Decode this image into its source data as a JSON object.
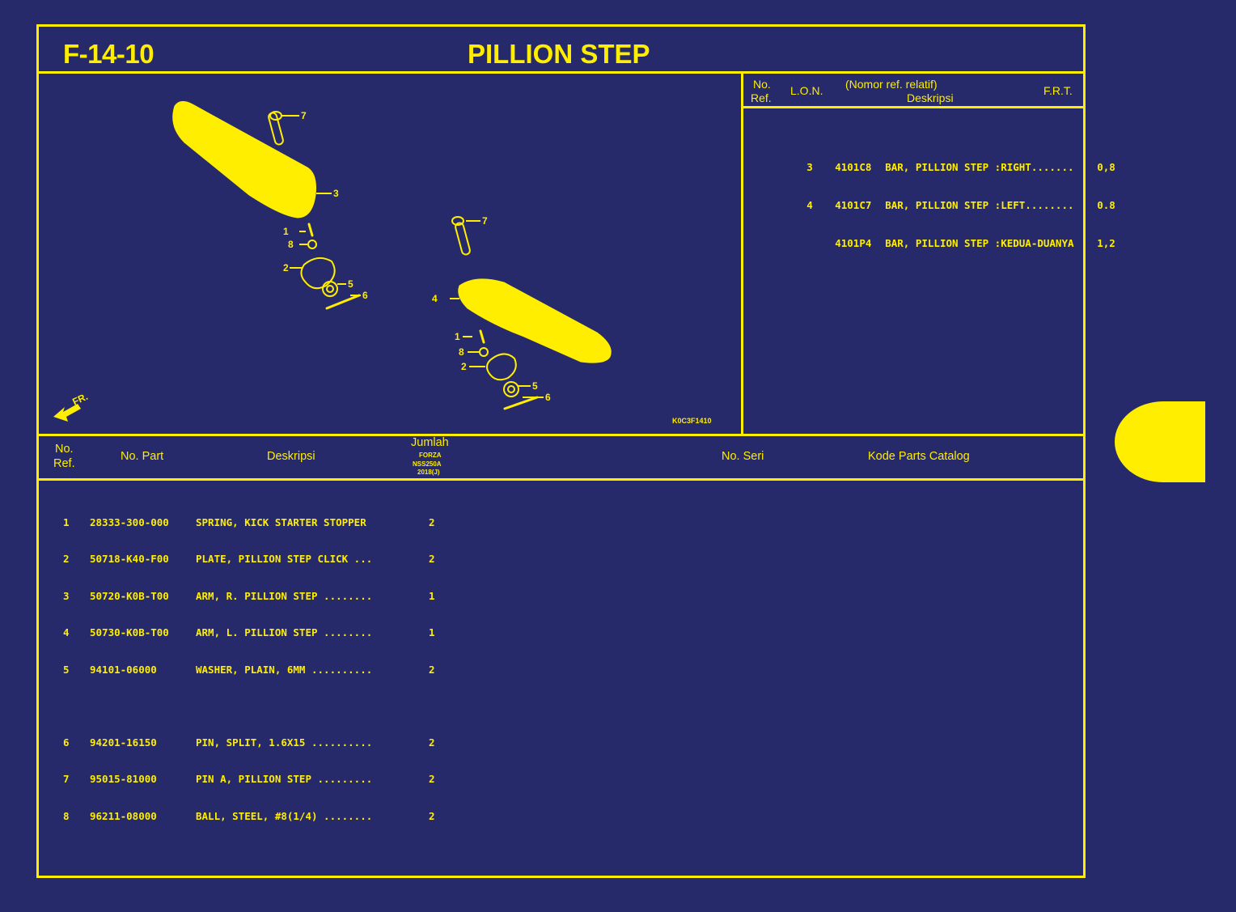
{
  "header": {
    "section_code": "F-14-10",
    "title": "PILLION STEP"
  },
  "diagram": {
    "figure_code": "K0C3F1410",
    "direction_label": "FR.",
    "callouts": [
      "1",
      "2",
      "3",
      "4",
      "5",
      "6",
      "7",
      "8"
    ]
  },
  "lon_table": {
    "headers": {
      "no_ref_line1": "No.",
      "no_ref_line2": "Ref.",
      "lon": "L.O.N.",
      "desc_line1": "(Nomor ref. relatif)",
      "desc_line2": "Deskripsi",
      "frt": "F.R.T."
    },
    "rows": [
      {
        "ref": "3",
        "lon": "4101C8",
        "desc": "BAR, PILLION STEP :RIGHT.......",
        "frt": "0,8"
      },
      {
        "ref": "4",
        "lon": "4101C7",
        "desc": "BAR, PILLION STEP :LEFT........",
        "frt": "0.8"
      },
      {
        "ref": "",
        "lon": "4101P4",
        "desc": "BAR, PILLION STEP :KEDUA-DUANYA",
        "frt": "1,2"
      }
    ]
  },
  "parts_table": {
    "headers": {
      "no_ref_line1": "No.",
      "no_ref_line2": "Ref.",
      "part_no": "No. Part",
      "desc": "Deskripsi",
      "qty": "Jumlah",
      "model_line1": "FORZA",
      "model_line2": "NSS250A",
      "model_line3": "2018(J)",
      "serial": "No. Seri",
      "catalog_code": "Kode Parts Catalog"
    },
    "rows": [
      {
        "ref": "1",
        "part": "28333-300-000",
        "desc": "SPRING, KICK STARTER STOPPER",
        "qty": "2"
      },
      {
        "ref": "2",
        "part": "50718-K40-F00",
        "desc": "PLATE, PILLION STEP CLICK ...",
        "qty": "2"
      },
      {
        "ref": "3",
        "part": "50720-K0B-T00",
        "desc": "ARM, R. PILLION STEP ........",
        "qty": "1"
      },
      {
        "ref": "4",
        "part": "50730-K0B-T00",
        "desc": "ARM, L. PILLION STEP ........",
        "qty": "1"
      },
      {
        "ref": "5",
        "part": "94101-06000",
        "desc": "WASHER, PLAIN, 6MM ..........",
        "qty": "2"
      },
      {
        "ref": "6",
        "part": "94201-16150",
        "desc": "PIN, SPLIT, 1.6X15 ..........",
        "qty": "2"
      },
      {
        "ref": "7",
        "part": "95015-81000",
        "desc": "PIN A, PILLION STEP .........",
        "qty": "2"
      },
      {
        "ref": "8",
        "part": "96211-08000",
        "desc": "BALL, STEEL, #8(1/4) ........",
        "qty": "2"
      }
    ]
  },
  "colors": {
    "background": "#26296a",
    "accent": "#ffee00"
  }
}
